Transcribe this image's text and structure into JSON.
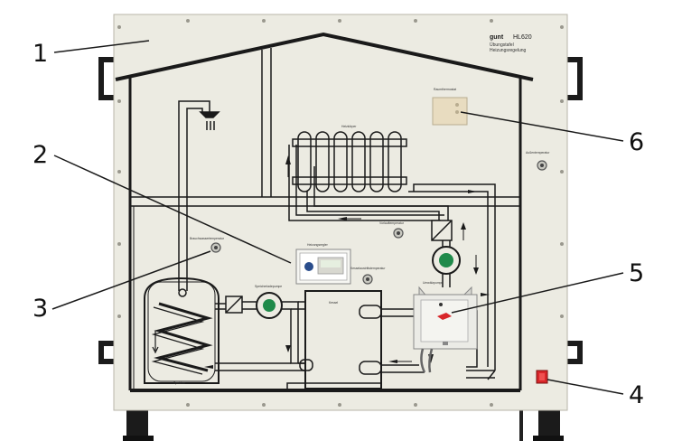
{
  "brand": {
    "logo": "gunt",
    "model": "HL620",
    "title_line1": "Übungstafel",
    "title_line2": "Heizungsregelung"
  },
  "labels": {
    "raumthermostat": "Raumthermostat",
    "heizkoerper": "Heizkörper",
    "aussentemperatur": "Außentemperatur",
    "vorlauftemperatur": "Vorlauftemperatur",
    "heizungsregler": "Heizungsregler",
    "brauchwassertemperatur": "Brauchwassertemperatur",
    "kesselaustrittstemperatur": "Kesselaustrittstemperatur",
    "umwaelzpumpe": "Umwälzpumpe",
    "speicherladepumpe": "Speicherladepumpe",
    "kessel": "Kessel",
    "speicher": "Speicher"
  },
  "callouts": [
    "1",
    "2",
    "3",
    "4",
    "5",
    "6"
  ],
  "colors": {
    "panel": "#ecebe2",
    "line": "#1a1a1a",
    "pump_green": "#1f8a4a",
    "switch_red": "#d8262a",
    "thermostat": "#e8dcc0"
  }
}
